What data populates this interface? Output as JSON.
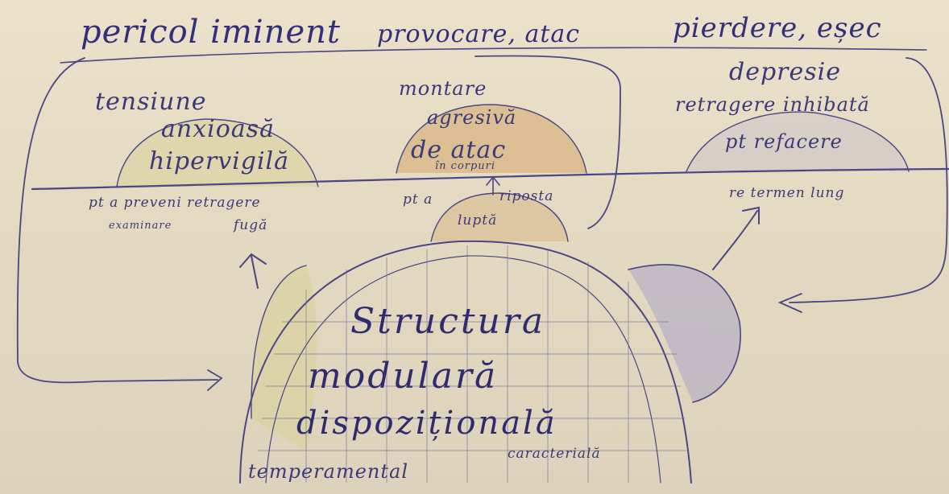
{
  "columns": [
    {
      "heading": "pericol iminent",
      "lines": [
        "tensiune",
        "anxioasă",
        "hipervigilă"
      ],
      "below": [
        "pt a preveni retragere",
        "examinare",
        "fugă"
      ]
    },
    {
      "heading": "provocare, atac",
      "lines": [
        "montare",
        "agresivă",
        "de atac",
        "în corpuri"
      ],
      "below": [
        "pt a",
        "riposta",
        "luptă"
      ]
    },
    {
      "heading": "pierdere, eșec",
      "lines": [
        "depresie",
        "retragere inhibată",
        "pt refacere"
      ],
      "below": [
        "re termen lung"
      ]
    }
  ],
  "core": {
    "lines": [
      "Structura",
      "modulară",
      "dispozițională"
    ],
    "footer_left": "temperamental",
    "footer_right": "caracterială"
  },
  "colors": {
    "ink": "#3b3a78",
    "paper": "#e6dcc6",
    "fill_green": "#d8d29a",
    "fill_orange": "#d2a56a",
    "fill_blue": "#b9b7cf"
  }
}
